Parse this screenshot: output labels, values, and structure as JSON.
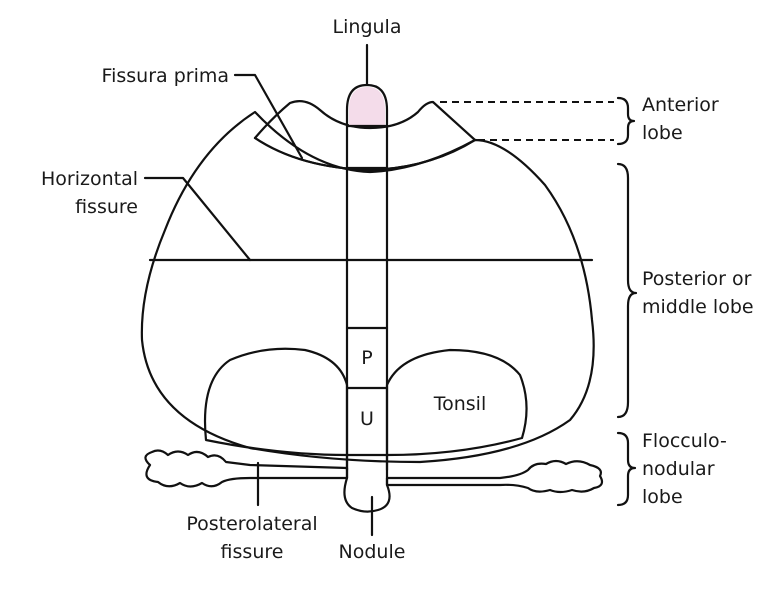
{
  "title": "Cerebellum divisions diagram",
  "labels": {
    "lingula": "Lingula",
    "fissura_prima": "Fissura prima",
    "horizontal_fissure_1": "Horizontal",
    "horizontal_fissure_2": "fissure",
    "anterior_lobe_1": "Anterior",
    "anterior_lobe_2": "lobe",
    "posterior_lobe_1": "Posterior or",
    "posterior_lobe_2": "middle lobe",
    "flocculonodular_1": "Flocculo-",
    "flocculonodular_2": "nodular",
    "flocculonodular_3": "lobe",
    "tonsil": "Tonsil",
    "pyramid": "P",
    "uvula": "U",
    "posterolateral_1": "Posterolateral",
    "posterolateral_2": "fissure",
    "nodule": "Nodule"
  },
  "colors": {
    "anterior_fill": "#f7e6ef",
    "posterior_fill": "#fdf3e4",
    "tonsil_fill": "#ffffff",
    "flocculus_fill": "#f2f0f6",
    "stroke": "#111111"
  }
}
